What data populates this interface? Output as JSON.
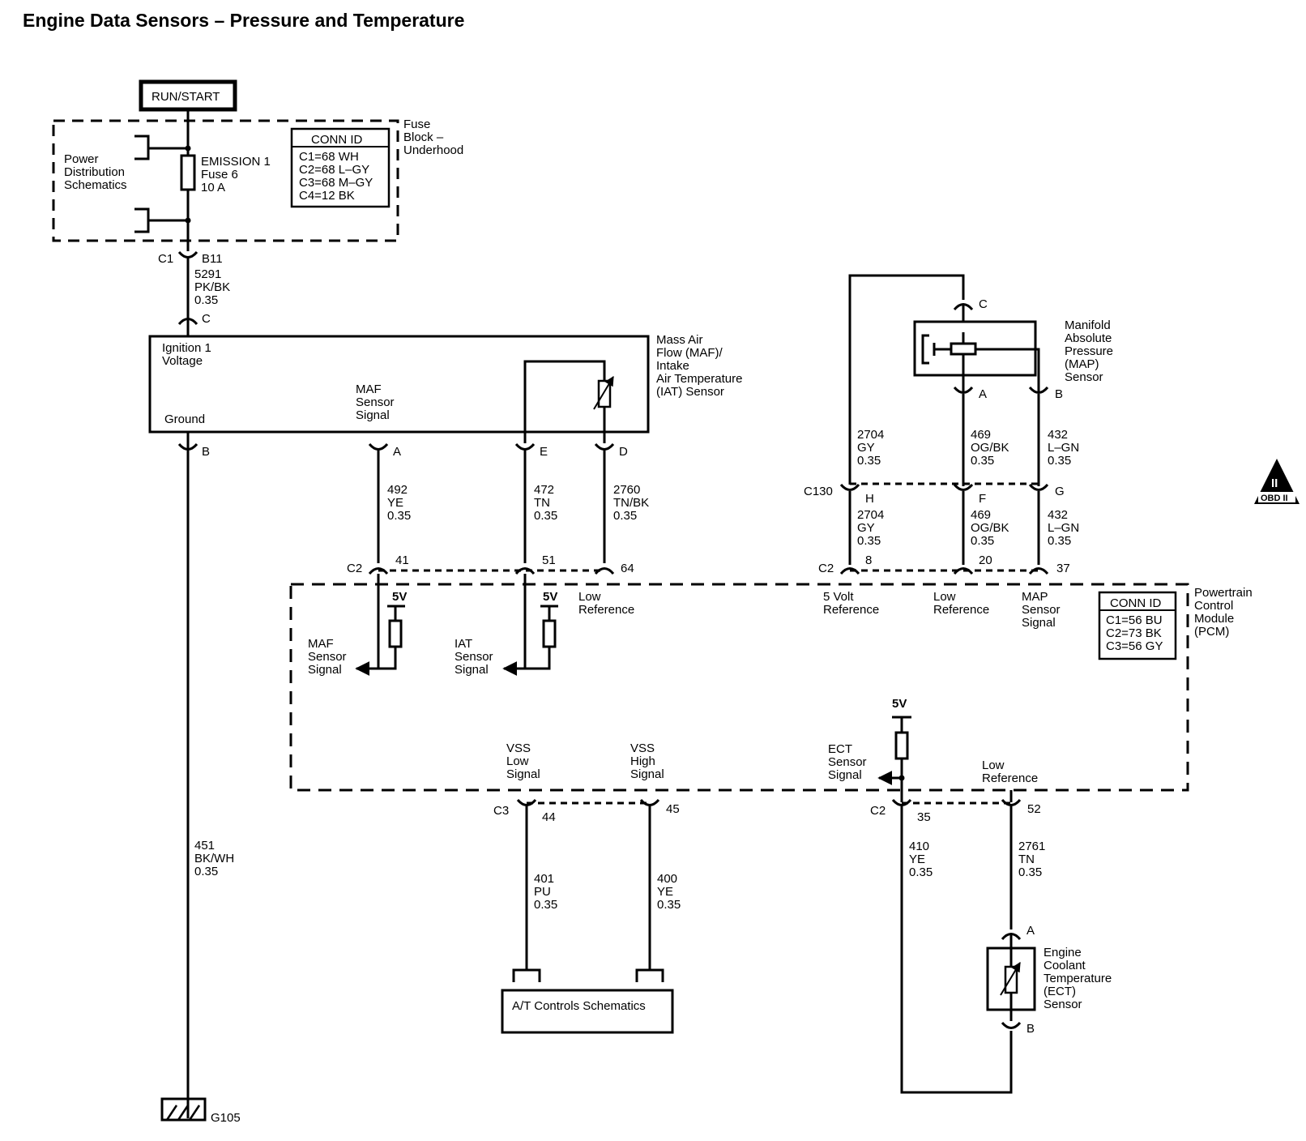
{
  "title": "Engine Data Sensors – Pressure and Temperature",
  "power": {
    "run_start": "RUN/START",
    "pds": [
      "Power",
      "Distribution",
      "Schematics"
    ],
    "fuse": [
      "EMISSION 1",
      "Fuse 6",
      "10 A"
    ],
    "fuse_block": [
      "Fuse",
      "Block –",
      "Underhood"
    ],
    "conn_id_title": "CONN ID",
    "conn_id": [
      "C1=68 WH",
      "C2=68 L–GY",
      "C3=68 M–GY",
      "C4=12 BK"
    ],
    "c1": "C1",
    "b11": "B11",
    "wire": [
      "5291",
      "PK/BK",
      "0.35"
    ]
  },
  "maf_sensor": {
    "pin_c": "C",
    "ign": [
      "Ignition 1",
      "Voltage"
    ],
    "ground": "Ground",
    "maf_signal": [
      "MAF",
      "Sensor",
      "Signal"
    ],
    "name": [
      "Mass Air",
      "Flow (MAF)/",
      "Intake",
      "Air Temperature",
      "(IAT) Sensor"
    ],
    "pins": [
      "B",
      "A",
      "E",
      "D"
    ]
  },
  "ground_wire": [
    "451",
    "BK/WH",
    "0.35"
  ],
  "ground_id": "G105",
  "maf_wires": [
    [
      "492",
      "YE",
      "0.35"
    ],
    [
      "472",
      "TN",
      "0.35"
    ],
    [
      "2760",
      "TN/BK",
      "0.35"
    ]
  ],
  "pcm_top_left": {
    "c2": "C2",
    "pins": [
      "41",
      "51",
      "64"
    ],
    "v5a": "5V",
    "v5b": "5V",
    "low_ref": [
      "Low",
      "Reference"
    ],
    "maf_sig": [
      "MAF",
      "Sensor",
      "Signal"
    ],
    "iat_sig": [
      "IAT",
      "Sensor",
      "Signal"
    ]
  },
  "map_sensor": {
    "pin_c": "C",
    "pins": [
      "A",
      "B"
    ],
    "name": [
      "Manifold",
      "Absolute",
      "Pressure",
      "(MAP)",
      "Sensor"
    ],
    "wires_top": [
      [
        "2704",
        "GY",
        "0.35"
      ],
      [
        "469",
        "OG/BK",
        "0.35"
      ],
      [
        "432",
        "L–GN",
        "0.35"
      ]
    ],
    "c130": "C130",
    "c130_pins": [
      "H",
      "F",
      "G"
    ],
    "wires_bottom": [
      [
        "2704",
        "GY",
        "0.35"
      ],
      [
        "469",
        "OG/BK",
        "0.35"
      ],
      [
        "432",
        "L–GN",
        "0.35"
      ]
    ],
    "c2": "C2",
    "pcm_pins": [
      "8",
      "20",
      "37"
    ],
    "pcm_labels": [
      [
        "5 Volt",
        "Reference"
      ],
      [
        "Low",
        "Reference"
      ],
      [
        "MAP",
        "Sensor",
        "Signal"
      ]
    ]
  },
  "pcm": {
    "conn_id_title": "CONN ID",
    "conn_id": [
      "C1=56 BU",
      "C2=73 BK",
      "C3=56 GY"
    ],
    "name": [
      "Powertrain",
      "Control",
      "Module",
      "(PCM)"
    ]
  },
  "obd": "OBD II",
  "obd_num": "II",
  "vss": {
    "low": [
      "VSS",
      "Low",
      "Signal"
    ],
    "high": [
      "VSS",
      "High",
      "Signal"
    ],
    "c3": "C3",
    "pins": [
      "44",
      "45"
    ],
    "wires": [
      [
        "401",
        "PU",
        "0.35"
      ],
      [
        "400",
        "YE",
        "0.35"
      ]
    ],
    "at_box": "A/T Controls Schematics"
  },
  "ect": {
    "v5": "5V",
    "sig": [
      "ECT",
      "Sensor",
      "Signal"
    ],
    "low_ref": [
      "Low",
      "Reference"
    ],
    "c2": "C2",
    "pins": [
      "35",
      "52"
    ],
    "wires": [
      [
        "410",
        "YE",
        "0.35"
      ],
      [
        "2761",
        "TN",
        "0.35"
      ]
    ],
    "sensor_pins": [
      "A",
      "B"
    ],
    "name": [
      "Engine",
      "Coolant",
      "Temperature",
      "(ECT)",
      "Sensor"
    ]
  }
}
